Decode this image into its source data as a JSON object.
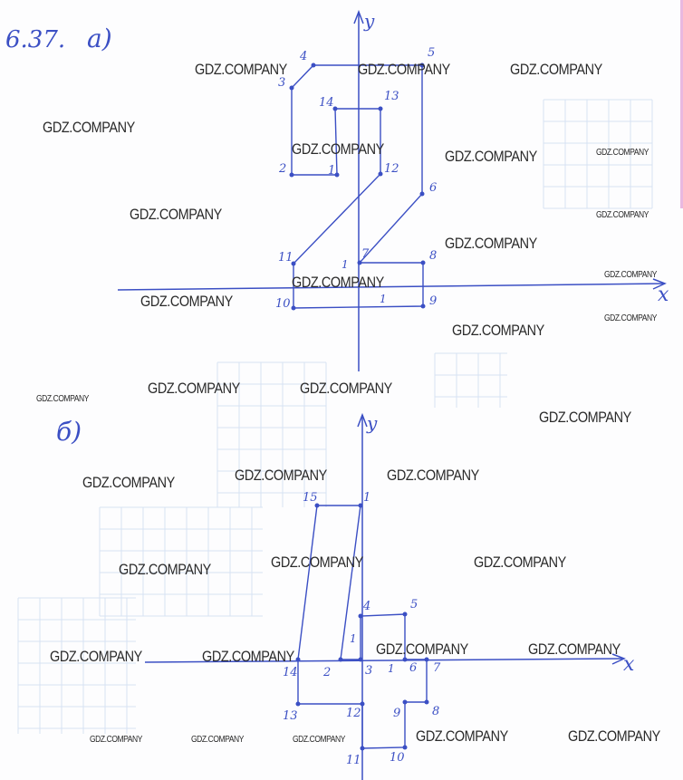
{
  "problem": {
    "number": "6.37.",
    "part_a": "а)",
    "part_b": "б)"
  },
  "axes": {
    "x_label": "x",
    "y_label": "y",
    "unit_label": "1"
  },
  "watermark": "GDZ.COMPANY",
  "figure_a": {
    "point_labels": [
      "1",
      "2",
      "3",
      "4",
      "5",
      "6",
      "7",
      "8",
      "9",
      "10",
      "11",
      "12",
      "13",
      "14"
    ]
  },
  "figure_b": {
    "point_labels": [
      "1",
      "2",
      "3",
      "4",
      "5",
      "6",
      "7",
      "8",
      "9",
      "10",
      "11",
      "12",
      "13",
      "14",
      "15"
    ]
  },
  "colors": {
    "ink": "#3b4fc4",
    "grid": "#d6e2f3"
  }
}
